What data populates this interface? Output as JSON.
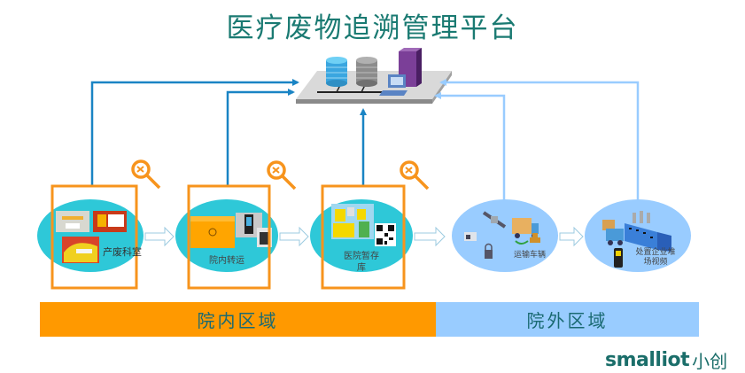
{
  "title": "医疗废物追溯管理平台",
  "center": {
    "name": "platform-server"
  },
  "nodes": [
    {
      "id": "department",
      "label": "产废科室",
      "zone": "inside"
    },
    {
      "id": "internal-transfer",
      "label": "院内转运",
      "zone": "inside"
    },
    {
      "id": "temp-storage",
      "label_line1": "医院暂存",
      "label_line2": "库",
      "zone": "inside"
    },
    {
      "id": "transport",
      "label": "运输车辆",
      "zone": "outside"
    },
    {
      "id": "disposal",
      "label_line1": "处置企业堆",
      "label_line2": "场视频",
      "zone": "outside"
    }
  ],
  "zones": {
    "inside": "院内区域",
    "outside": "院外区域"
  },
  "logo": {
    "en": "smalliot",
    "cn": "小创"
  },
  "colors": {
    "title": "#1a7a72",
    "inside_arrow": "#1a84c4",
    "outside_arrow": "#99ccff",
    "highlight": "#f7941d",
    "inside_node": "#2ec8d8",
    "outside_node": "#99ccff",
    "inside_zone": "#ff9900",
    "outside_zone": "#99ccff"
  }
}
